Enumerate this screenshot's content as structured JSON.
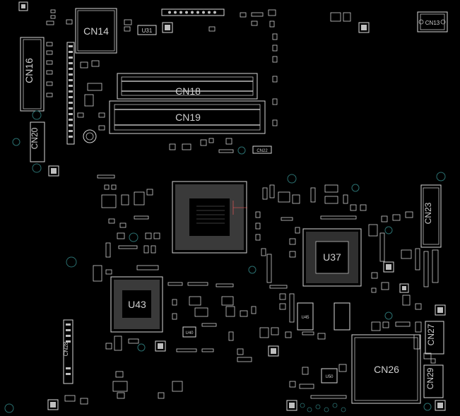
{
  "title": "",
  "components": {
    "cn14": "CN14",
    "cn16": "CN16",
    "cn13": "CN13",
    "cn18": "CN18",
    "cn19": "CN19",
    "cn20": "CN20",
    "cn22": "CN22",
    "cn23": "CN23",
    "cn26": "CN26",
    "cn27": "CN27",
    "cn28": "CN28",
    "cn29": "CN29",
    "u31": "U31",
    "u37": "U37",
    "u43": "U43",
    "u45": "U45",
    "u40": "U40",
    "u50": "U50"
  },
  "colors": {
    "background": "#000000",
    "silkscreen": "#d8d8d8",
    "via": "#2a6f6f"
  }
}
